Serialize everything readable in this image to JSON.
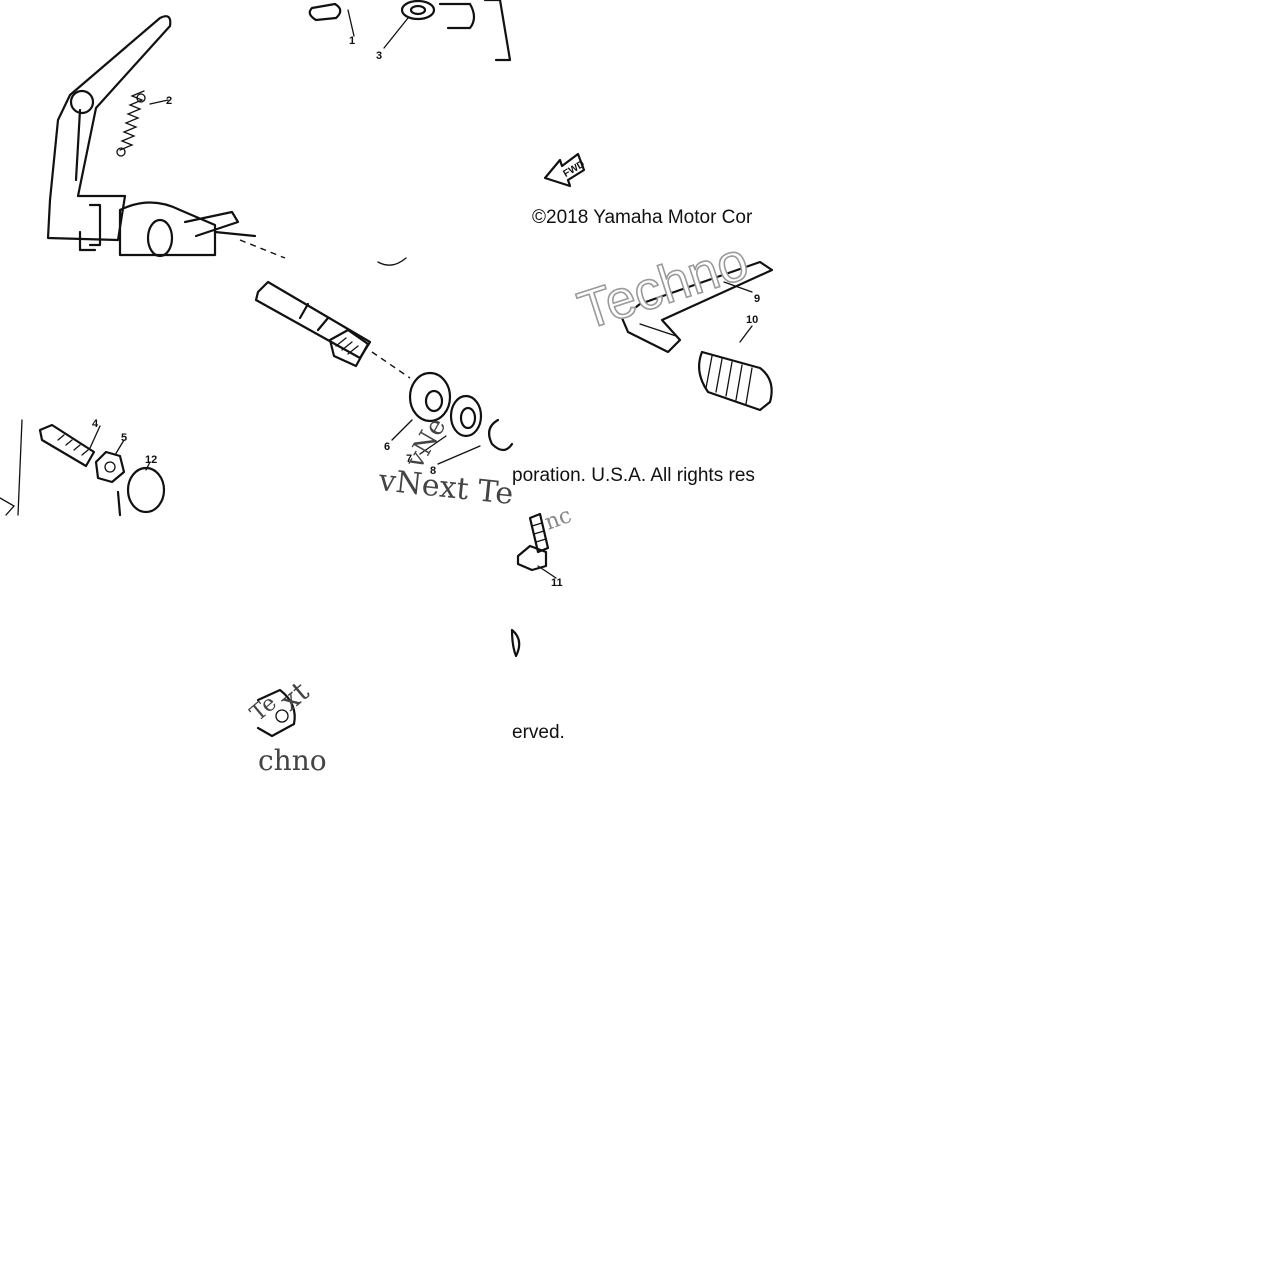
{
  "diagram": {
    "callouts": [
      "1",
      "2",
      "3",
      "4",
      "5",
      "12",
      "6",
      "7",
      "8",
      "9",
      "10",
      "11"
    ],
    "direction_arrow": "FWD"
  },
  "copyright": {
    "segment_1": "©2018 Yamaha Motor Cor",
    "segment_2": "poration. U.S.A. All rights res",
    "segment_3": "erved."
  },
  "watermark": {
    "outline_1": "Techno",
    "serif_1": "vNext Te",
    "serif_2": "vNe",
    "serif_3": "chno",
    "serif_4": "xt",
    "serif_5": "Te",
    "small_1": "nc"
  },
  "colors": {
    "ink": "#111111",
    "background": "#ffffff",
    "watermark_outline": "#9a9a9a"
  }
}
